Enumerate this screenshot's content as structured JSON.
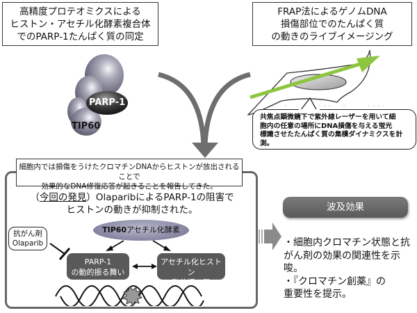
{
  "top_left_box": {
    "lines": [
      "高精度プロテオミクスによる",
      "ヒストン・アセチル化酵素複合体",
      "でのPARP-1たんぱく質の同定"
    ]
  },
  "top_right_box": {
    "lines": [
      "FRAP法によるゲノムDNA",
      "損傷部位でのたんぱく質",
      "の動きのライブイメージング"
    ]
  },
  "complex_labels": {
    "parp1": "PARP-1",
    "tip60": "TIP60"
  },
  "callout": {
    "lines": [
      "共焦点顕微鏡下で紫外線レーザーを用いて細",
      "胞内の任意の場所にDNA損傷を与える蛍光",
      "標識させたたんぱく質の集積ダイナミクスを計",
      "測。"
    ]
  },
  "report_box": {
    "lines": [
      "細胞内では損傷をうけたクロマチンDNAからヒストンが放出されることで",
      "効果的なDNA修復応答が起きることを報告してきた。"
    ]
  },
  "finding": {
    "prefix_open": "（",
    "prefix_underlined": "今回の発見",
    "prefix_close": "）",
    "line1_rest": "OlaparibによるPARP-1の阻害で",
    "line2": "ヒストンの動きが抑制された。"
  },
  "drug_box": {
    "lines": [
      "抗がん剤",
      "Olaparib"
    ]
  },
  "enzyme": {
    "bold": "TIP60",
    "rest": "アセチル化酵素"
  },
  "parp_box": {
    "lines": [
      "PARP-1",
      "の動的振る舞い"
    ]
  },
  "histone_box": {
    "lines": [
      "アセチル化ヒストン",
      "の動的振る舞い"
    ]
  },
  "effects": {
    "header": "波及効果",
    "lines": [
      "・細胞内クロマチン状態と抗",
      "がん剤の効果の関連性を示",
      "唆。",
      "・『クロマチン創薬』の",
      "重要性を提示。"
    ]
  },
  "colors": {
    "arrow_gray": "#6e6e6e",
    "laser_green": "#8cc63f",
    "dark_box": "#595959",
    "frame_gray": "#666666"
  }
}
